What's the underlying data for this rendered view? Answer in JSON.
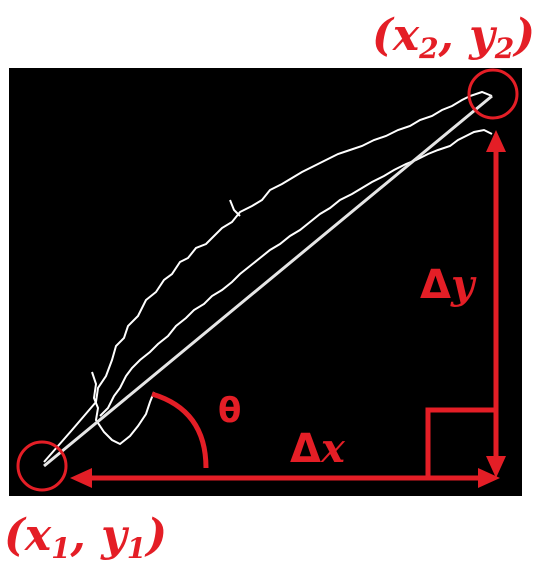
{
  "labels": {
    "point_start": "(x",
    "point_start_sub_x": "1",
    "point_start_comma": ", y",
    "point_start_sub_y": "1",
    "point_start_close": ")",
    "point_end": "(x",
    "point_end_sub_x": "2",
    "point_end_comma": ", y",
    "point_end_sub_y": "2",
    "point_end_close": ")",
    "delta_x_symbol": "Δ",
    "delta_x_var": "x",
    "delta_y_symbol": "Δ",
    "delta_y_var": "y",
    "angle": "θ"
  },
  "colors": {
    "annotation": "#e41e26",
    "background_image": "#000000",
    "line": "#e6e6e6",
    "contour": "#ffffff"
  }
}
